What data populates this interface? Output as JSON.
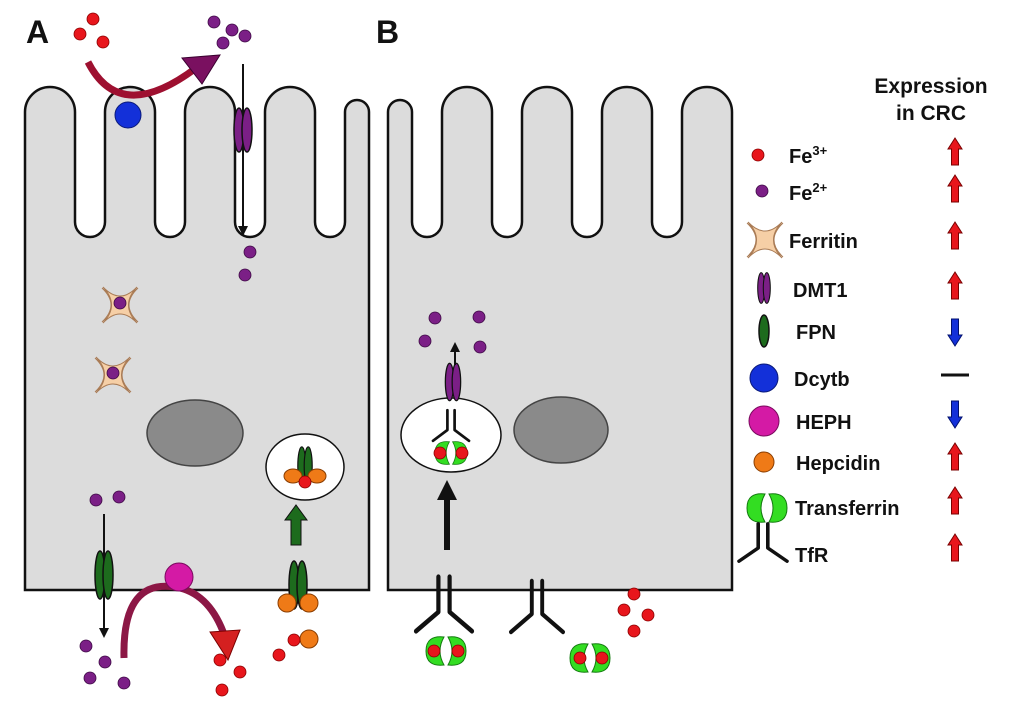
{
  "panels": {
    "a": "A",
    "b": "B"
  },
  "legend": {
    "header_line1": "Expression",
    "header_line2": "in CRC",
    "items": [
      {
        "symbol": "fe3-icon",
        "label": "Fe",
        "sup": "3+",
        "expression": "up"
      },
      {
        "symbol": "fe2-icon",
        "label": "Fe",
        "sup": "2+",
        "expression": "up"
      },
      {
        "symbol": "ferritin-icon",
        "label": "Ferritin",
        "expression": "up"
      },
      {
        "symbol": "dmt1-icon",
        "label": "DMT1",
        "expression": "up"
      },
      {
        "symbol": "fpn-icon",
        "label": "FPN",
        "expression": "down"
      },
      {
        "symbol": "dcytb-icon",
        "label": "Dcytb",
        "expression": "unchanged"
      },
      {
        "symbol": "heph-icon",
        "label": "HEPH",
        "expression": "down"
      },
      {
        "symbol": "hepcidin-icon",
        "label": "Hepcidin",
        "expression": "up"
      },
      {
        "symbol": "transferrin-icon",
        "label": "Transferrin",
        "expression": "up"
      },
      {
        "symbol": "tfr-icon",
        "label": "TfR",
        "expression": "up"
      }
    ]
  },
  "colors": {
    "cell_fill": "#dcdcdc",
    "nucleus": "#8a8a8a",
    "fe3": "#e8161c",
    "fe2": "#7b1f86",
    "ferritin": "#f6cfa6",
    "dmt1": "#7b1f86",
    "fpn": "#1d6b1d",
    "dcytb": "#1330d9",
    "heph": "#d41aa5",
    "hepcidin": "#ef7a17",
    "transferrin": "#33dd22",
    "up_arrow": "#e8161c",
    "down_arrow": "#1330d9"
  }
}
